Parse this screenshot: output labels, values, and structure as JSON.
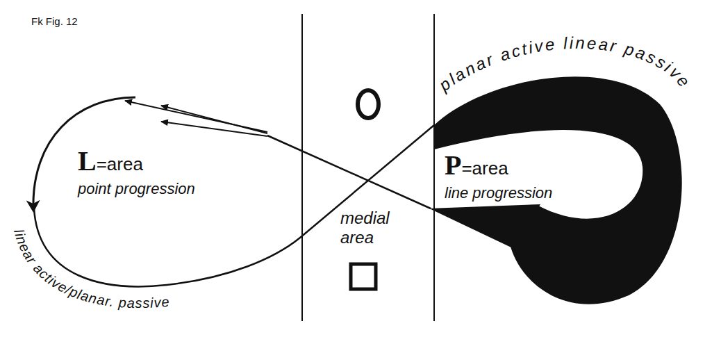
{
  "diagram": {
    "nodes": [
      {
        "text": [
          "L=area",
          "point progression"
        ]
      },
      {
        "text": [
          "medial area"
        ]
      },
      {
        "text": [
          "P=area",
          "line progression"
        ]
      }
    ],
    "labels": [
      "Fk Fig. 12",
      "linear active/planar. passive",
      "planar active linear passive"
    ]
  }
}
